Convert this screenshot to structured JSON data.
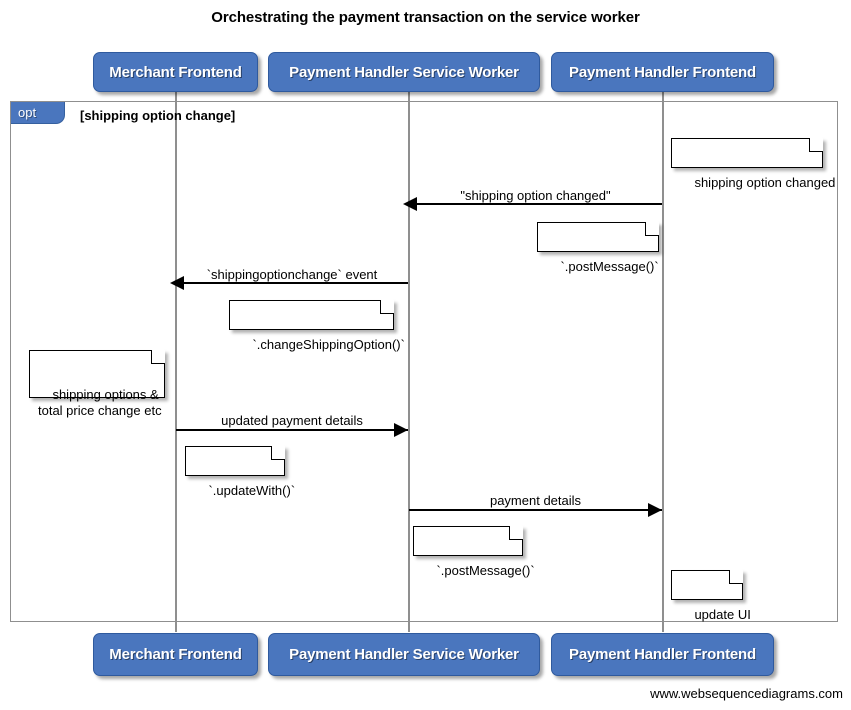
{
  "title": "Orchestrating the payment transaction on the service worker",
  "footer": "www.websequencediagrams.com",
  "colors": {
    "actor_fill": "#4a76be",
    "actor_text": "#ffffff",
    "frame_border": "#8f8f8f",
    "line": "#000000",
    "note_fill": "#ffffff",
    "background": "#ffffff"
  },
  "actors": [
    {
      "id": "merchant-frontend",
      "label": "Merchant Frontend"
    },
    {
      "id": "payment-handler-service-worker",
      "label": "Payment Handler Service Worker"
    },
    {
      "id": "payment-handler-frontend",
      "label": "Payment Handler Frontend"
    }
  ],
  "fragment": {
    "type": "opt",
    "tag": "opt",
    "guard": "[shipping option change]"
  },
  "messages": [
    {
      "id": "shipping-option-changed",
      "label": "\"shipping option changed\"",
      "from": "payment-handler-frontend",
      "to": "payment-handler-service-worker",
      "direction": "left"
    },
    {
      "id": "shippingoptionchange-event",
      "label": "`shippingoptionchange` event",
      "from": "payment-handler-service-worker",
      "to": "merchant-frontend",
      "direction": "left"
    },
    {
      "id": "updated-payment-details",
      "label": "updated payment details",
      "from": "merchant-frontend",
      "to": "payment-handler-service-worker",
      "direction": "right"
    },
    {
      "id": "payment-details",
      "label": "payment details",
      "from": "payment-handler-service-worker",
      "to": "payment-handler-frontend",
      "direction": "right"
    }
  ],
  "notes": [
    {
      "id": "note-shipping-option-changed",
      "text": "shipping option changed"
    },
    {
      "id": "note-postmessage-1",
      "text": "`.postMessage()`"
    },
    {
      "id": "note-changeshippingoption",
      "text": "`.changeShippingOption()`"
    },
    {
      "id": "note-shipping-options-total-price",
      "text": "shipping options &\ntotal price change etc"
    },
    {
      "id": "note-updatewith",
      "text": "`.updateWith()`"
    },
    {
      "id": "note-postmessage-2",
      "text": "`.postMessage()`"
    },
    {
      "id": "note-update-ui",
      "text": "update UI"
    }
  ]
}
